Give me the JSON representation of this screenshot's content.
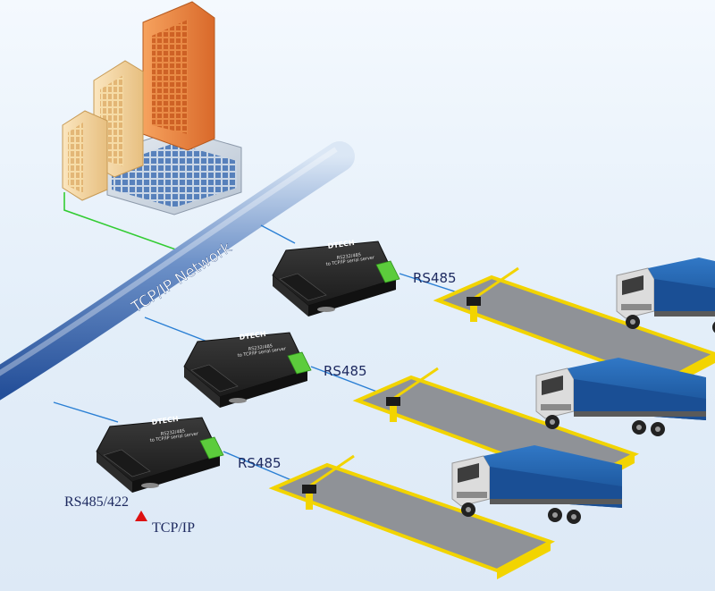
{
  "backbone": {
    "label": "TCP/IP Network"
  },
  "devices": [
    {
      "brand": "DTECH",
      "model": "RS232/485",
      "subtitle": "to TCP/IP serial server",
      "link_label": "RS485"
    },
    {
      "brand": "DTECH",
      "model": "RS232/485",
      "subtitle": "to TCP/IP serial server",
      "link_label": "RS485"
    },
    {
      "brand": "DTECH",
      "model": "RS232/485",
      "subtitle": "to TCP/IP serial server",
      "link_label": "RS485"
    }
  ],
  "caption": {
    "left": "RS485/422",
    "right": "TCP/IP"
  },
  "colors": {
    "link": "#2a7fd4",
    "lan": "#33cc33",
    "device": "#262626",
    "terminal": "#5ccc3c",
    "truck_cargo": "#1f5fae",
    "scale_frame": "#f2d400",
    "arrow": "#dd1111"
  }
}
